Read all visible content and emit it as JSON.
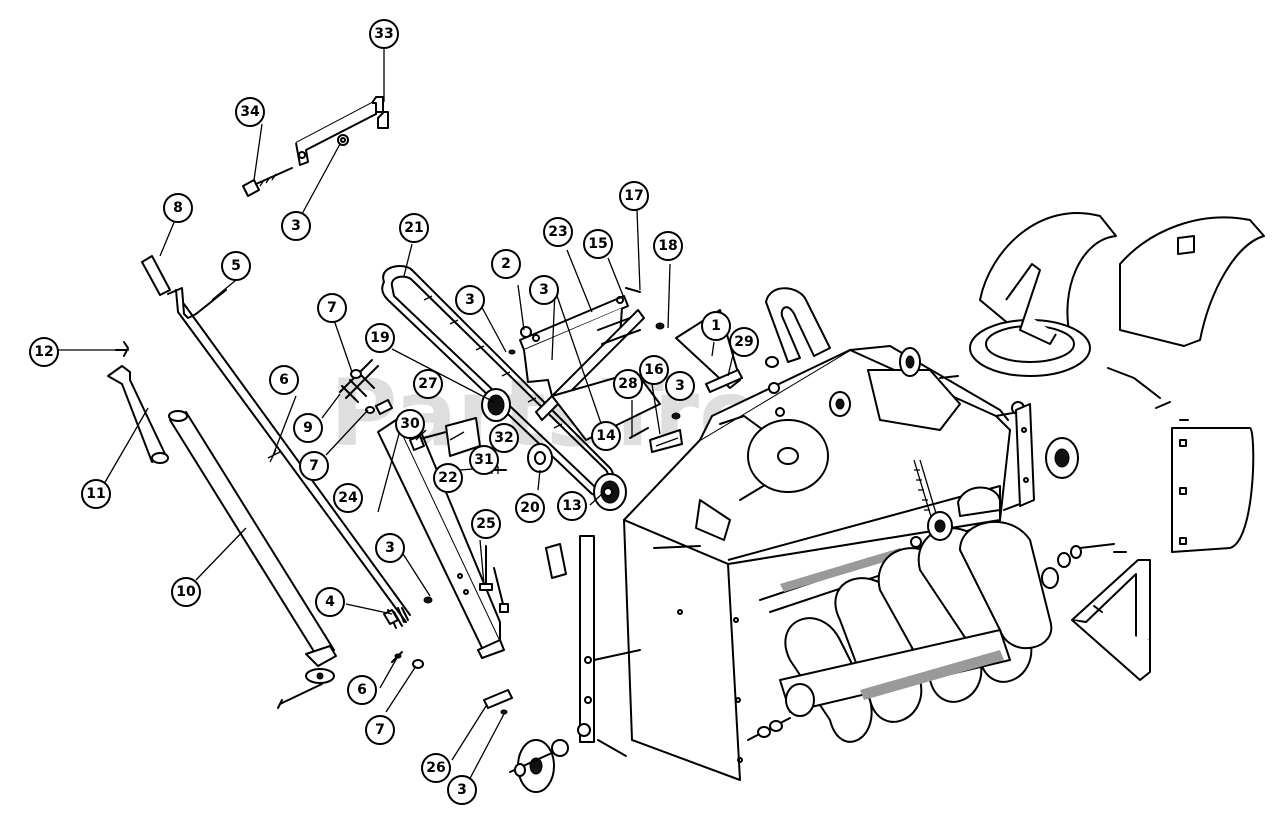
{
  "watermark": "PartsTree",
  "callouts": [
    "1",
    "2",
    "3",
    "4",
    "5",
    "6",
    "7",
    "8",
    "9",
    "10",
    "11",
    "12",
    "13",
    "14",
    "15",
    "16",
    "17",
    "18",
    "19",
    "20",
    "21",
    "22",
    "23",
    "24",
    "25",
    "26",
    "27",
    "28",
    "29",
    "30",
    "31",
    "32",
    "33",
    "34"
  ],
  "colors": {
    "ink": "#000000",
    "paper": "#ffffff",
    "watermark": "#d3d3d3"
  }
}
